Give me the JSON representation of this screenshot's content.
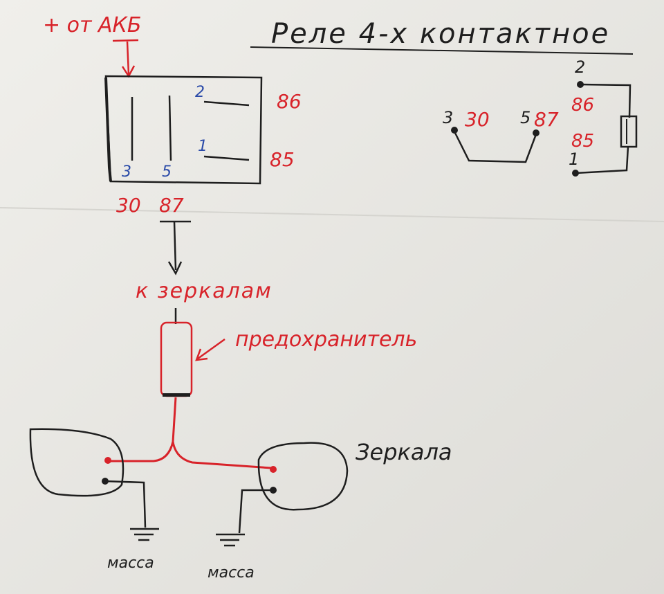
{
  "title": "Реле 4-х контактное",
  "colors": {
    "paper": "#ecebe7",
    "ink_black": "#1e1e1e",
    "ink_red": "#d8232a",
    "ink_blue": "#2a4aa8"
  },
  "relay": {
    "power_source": "+ от АКБ",
    "pin_labels_blue": [
      "2",
      "1",
      "3",
      "5"
    ],
    "pin_numbers_red": [
      "86",
      "85",
      "30",
      "87"
    ]
  },
  "schematic": {
    "contact_left": {
      "pin": "3",
      "number": "30"
    },
    "contact_right": {
      "pin": "5",
      "number": "87"
    },
    "coil_top": {
      "pin": "2",
      "number": "86"
    },
    "coil_bottom": {
      "pin": "1",
      "number": "85"
    }
  },
  "wiring": {
    "to_mirrors": "к зеркалам",
    "fuse": "предохранитель",
    "mirrors": "Зеркала",
    "ground_left": "масса",
    "ground_right": "масса"
  }
}
